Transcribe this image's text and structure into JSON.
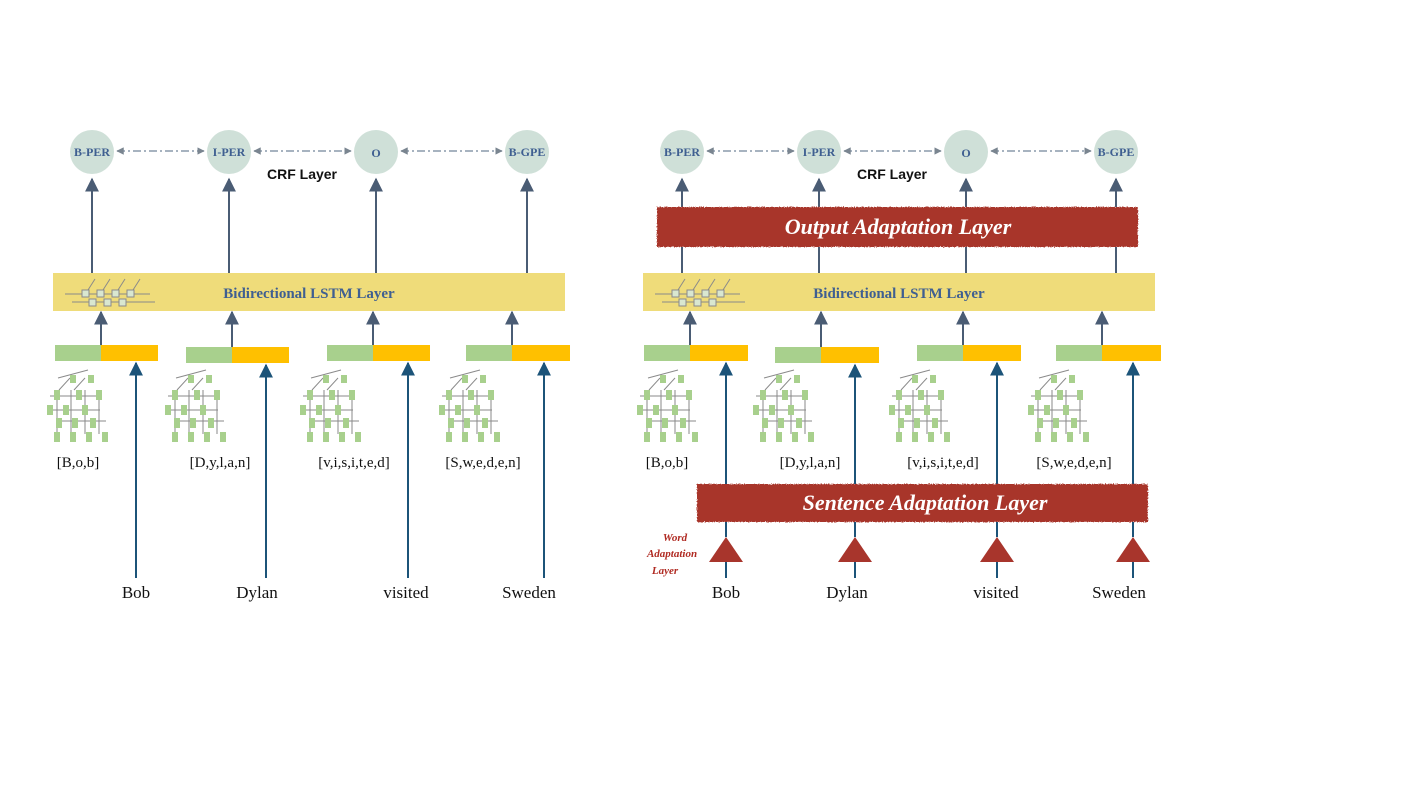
{
  "tags": [
    "B-PER",
    "I-PER",
    "O",
    "B-GPE"
  ],
  "crf_label": "CRF Layer",
  "lstm_label": "Bidirectional LSTM Layer",
  "output_adaptation_label": "Output Adaptation Layer",
  "sentence_adaptation_label": "Sentence Adaptation Layer",
  "word_adaptation_label": [
    "Word",
    "Adaptation",
    "Layer"
  ],
  "char_sequences": [
    "[B,o,b]",
    "[D,y,l,a,n]",
    "[v,i,s,i,t,e,d]",
    "[S,w,e,d,e,n]"
  ],
  "words": [
    "Bob",
    "Dylan",
    "visited",
    "Sweden"
  ],
  "colors": {
    "tag_circle": "#cfe0d8",
    "tag_text": "#3f5f91",
    "arrow": "#4a5c74",
    "word_arrow": "#1c5479",
    "lstm_fill": "#efdc7a",
    "embed_green": "#a8d08d",
    "embed_orange": "#ffc000",
    "adapt_fill": "#a8352c",
    "char_cell": "#a8d08d"
  }
}
